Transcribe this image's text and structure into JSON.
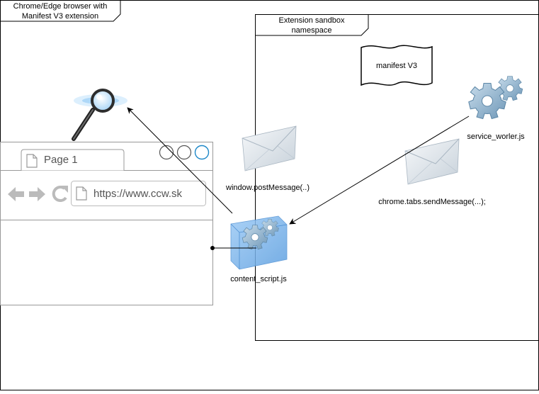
{
  "outer_frame": {
    "title_line1": "Chrome/Edge browser with",
    "title_line2": "Manifest V3 extension"
  },
  "sandbox": {
    "title_line1": "Extension sandbox",
    "title_line2": "namespace"
  },
  "manifest_doc": {
    "label": "manifest V3"
  },
  "browser": {
    "tab_label": "Page 1",
    "url": "https://www.ccw.sk"
  },
  "labels": {
    "post_message": "window.postMessage(..)",
    "send_message": "chrome.tabs.sendMessage(...);",
    "service_worker": "service_worler.js",
    "content_script": "content_script.js"
  },
  "icons": {
    "search": "magnifier-icon",
    "gear": "gears-icon",
    "envelope": "envelope-icon",
    "cube": "cube-gears-icon",
    "doc": "document-icon"
  },
  "colors": {
    "frame": "#000000",
    "browser_ui": "#999999",
    "envelope_light": "#f4f7fa",
    "envelope_dark": "#b9c4cf",
    "gear": "#8fb4cf",
    "cube": "#7db4ee"
  }
}
